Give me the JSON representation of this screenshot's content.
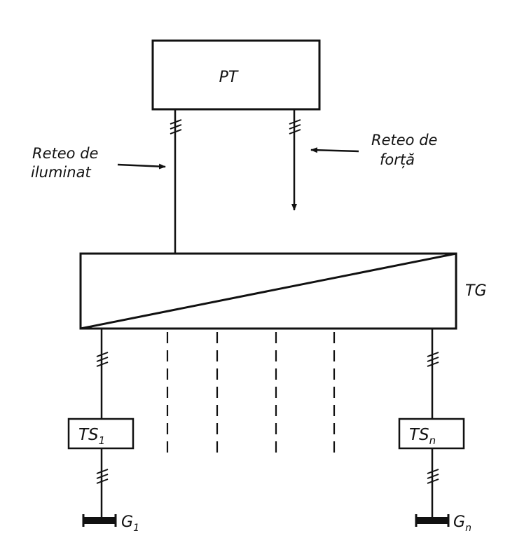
{
  "top_box": {
    "label": "PT"
  },
  "main_box": {
    "label": "TG"
  },
  "left_annotation": {
    "line1": "Reteo de",
    "line2": "iluminat"
  },
  "right_annotation": {
    "line1": "Reteo de",
    "line2": "forță"
  },
  "sub_left": {
    "label_main": "TS",
    "label_sub": "1"
  },
  "sub_right": {
    "label_main": "TS",
    "label_sub": "n"
  },
  "gen_left": {
    "label_main": "G",
    "label_sub": "1"
  },
  "gen_right": {
    "label_main": "G",
    "label_sub": "n"
  }
}
